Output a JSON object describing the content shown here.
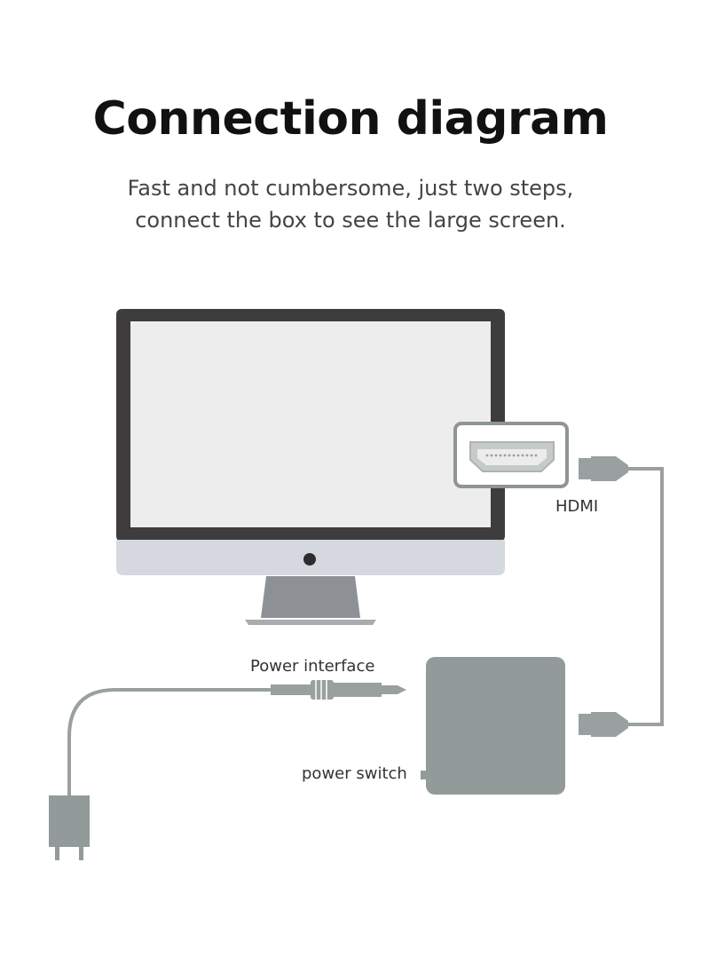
{
  "header": {
    "title": "Connection diagram",
    "subtitle_line1": "Fast and not cumbersome, just two steps,",
    "subtitle_line2": "connect the box to see the large screen."
  },
  "labels": {
    "hdmi": "HDMI",
    "power_interface": "Power interface",
    "power_switch": "power switch"
  },
  "colors": {
    "monitor_bezel": "#3f3c3d",
    "monitor_screen": "#ededed",
    "monitor_chin": "#d5d8de",
    "stand": "#8d9196",
    "device": "#939a9a",
    "cable": "#9aa09f",
    "port_outline": "#8e9594"
  }
}
